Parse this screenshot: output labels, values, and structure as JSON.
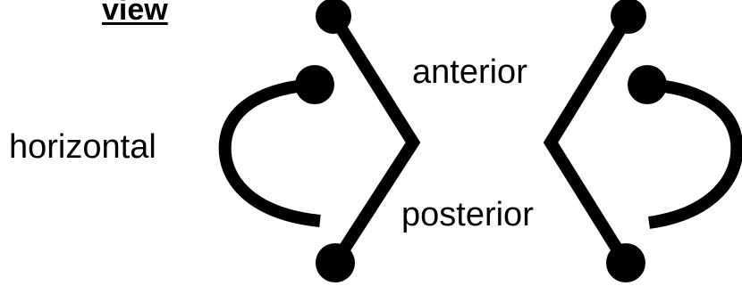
{
  "diagram": {
    "title": "view",
    "labels": {
      "horizontal": "horizontal",
      "anterior": "anterior",
      "posterior": "posterior"
    },
    "colors": {
      "stroke": "#000000",
      "background": "#ffffff"
    }
  }
}
